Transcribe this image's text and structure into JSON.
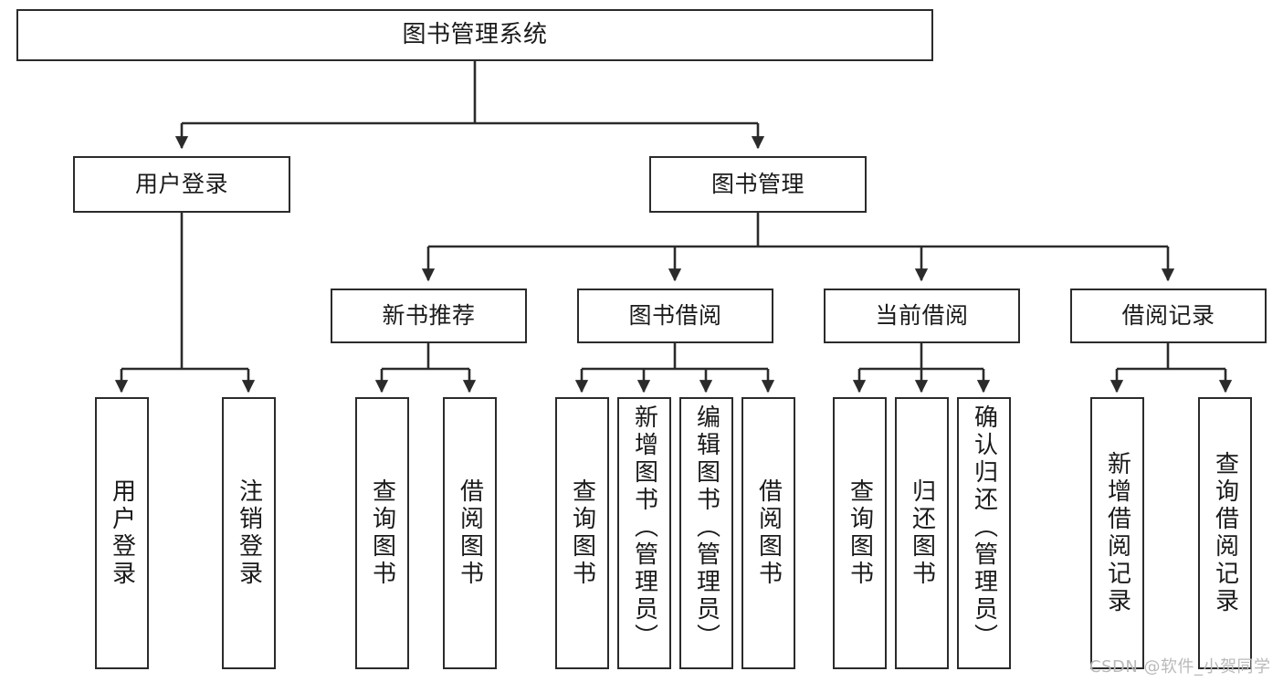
{
  "diagram": {
    "title": "图书管理系统",
    "type": "tree-hierarchy",
    "watermark": "CSDN @软件_小贺同学",
    "colors": {
      "box_border": "#2b2b2b",
      "box_fill": "#ffffff",
      "connector": "#2b2b2b",
      "text": "#1a1a1a",
      "watermark": "#b9b9b9",
      "background": "#ffffff"
    },
    "nodes": {
      "root": {
        "label": "图书管理系统"
      },
      "level2": [
        {
          "id": "user-login",
          "label": "用户登录"
        },
        {
          "id": "book-manage",
          "label": "图书管理"
        }
      ],
      "level3": [
        {
          "id": "new-book-rec",
          "label": "新书推荐"
        },
        {
          "id": "book-borrow",
          "label": "图书借阅"
        },
        {
          "id": "current-borrow",
          "label": "当前借阅"
        },
        {
          "id": "borrow-record",
          "label": "借阅记录"
        }
      ],
      "leaves": {
        "user_login": [
          {
            "id": "leaf-user-login",
            "label": "用户登录"
          },
          {
            "id": "leaf-user-logout",
            "label": "注销登录"
          }
        ],
        "new_book_rec": [
          {
            "id": "leaf-query-book-1",
            "label": "查询图书"
          },
          {
            "id": "leaf-borrow-book-1",
            "label": "借阅图书"
          }
        ],
        "book_borrow": [
          {
            "id": "leaf-query-book-2",
            "label": "查询图书"
          },
          {
            "id": "leaf-add-book",
            "label": "新增图书（管理员）"
          },
          {
            "id": "leaf-edit-book",
            "label": "编辑图书（管理员）"
          },
          {
            "id": "leaf-borrow-book-2",
            "label": "借阅图书"
          }
        ],
        "current_borrow": [
          {
            "id": "leaf-query-book-3",
            "label": "查询图书"
          },
          {
            "id": "leaf-return-book",
            "label": "归还图书"
          },
          {
            "id": "leaf-confirm-return",
            "label": "确认归还（管理员）"
          }
        ],
        "borrow_record": [
          {
            "id": "leaf-add-record",
            "label": "新增借阅记录"
          },
          {
            "id": "leaf-query-record",
            "label": "查询借阅记录"
          }
        ]
      }
    }
  }
}
